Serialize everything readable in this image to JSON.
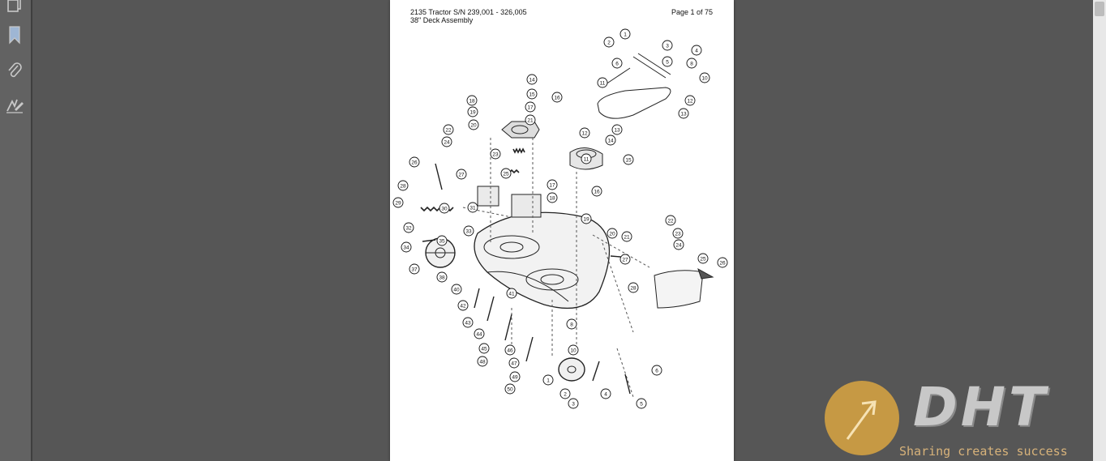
{
  "sidebar": {
    "items": [
      {
        "name": "pages-icon"
      },
      {
        "name": "bookmarks-icon"
      },
      {
        "name": "attachments-icon"
      },
      {
        "name": "signatures-icon"
      }
    ]
  },
  "document": {
    "header_left_line1": "2135 Tractor S/N 239,001 - 326,005",
    "header_left_line2": "38\" Deck Assembly",
    "page_indicator": "Page 1 of 75"
  },
  "diagram": {
    "callouts": [
      "1",
      "2",
      "3",
      "4",
      "5",
      "6",
      "8",
      "10",
      "11",
      "12",
      "13",
      "14",
      "15",
      "16",
      "17",
      "18",
      "19",
      "20",
      "21",
      "22",
      "23",
      "24",
      "25",
      "26",
      "27",
      "28",
      "29",
      "30",
      "31",
      "32",
      "33",
      "34",
      "35",
      "37",
      "38",
      "40",
      "41",
      "42",
      "43",
      "44",
      "45",
      "46",
      "47",
      "48",
      "49",
      "50"
    ]
  },
  "watermark": {
    "brand": "DHT",
    "tagline": "Sharing creates success"
  },
  "colors": {
    "accent": "#d9a441",
    "background": "#565656",
    "page": "#ffffff"
  }
}
